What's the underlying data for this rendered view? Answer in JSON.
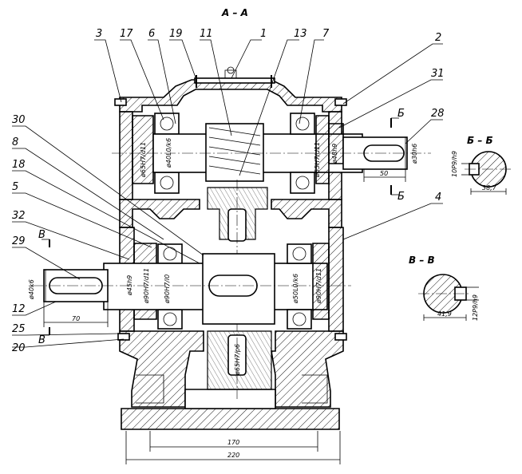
{
  "section_title": "А – А",
  "section_b_title": "Б – Б",
  "section_v_title": "В – В",
  "part_labels": [
    "3",
    "17",
    "6",
    "19",
    "11",
    "1",
    "13",
    "7",
    "2",
    "31",
    "28",
    "30",
    "8",
    "18",
    "5",
    "32",
    "29",
    "12",
    "25",
    "20",
    "4"
  ],
  "section_marks": {
    "b_top": "Б",
    "b_bottom": "Б",
    "v_top": "В",
    "v_bottom": "В"
  },
  "dimensions": {
    "fit_65_top_left": "ø65H7/d11",
    "fit_40_bearing_top": "ø40L0/k6",
    "fit_65_top_right": "ø65H7/d11",
    "shaft_48": "ø48h9",
    "shaft_30": "ø30h6",
    "length_50": "50",
    "keyway_b_width": "10P9/h9",
    "keyway_b_depth": "38,7",
    "fit_40k6_left": "ø40k6",
    "shaft_45_left": "ø45h9",
    "fit_90_left": "ø90H7/d11",
    "fit_90_left_bearing": "ø90H7/l0",
    "fit_50_bearing": "ø50L0/k6",
    "fit_90_right": "ø90H7/d11",
    "gear_fit": "ø65H7/p6",
    "length_70": "70",
    "keyway_v_depth": "41,9",
    "keyway_v_width": "12P9/h9",
    "base_170": "170",
    "base_220": "220"
  }
}
